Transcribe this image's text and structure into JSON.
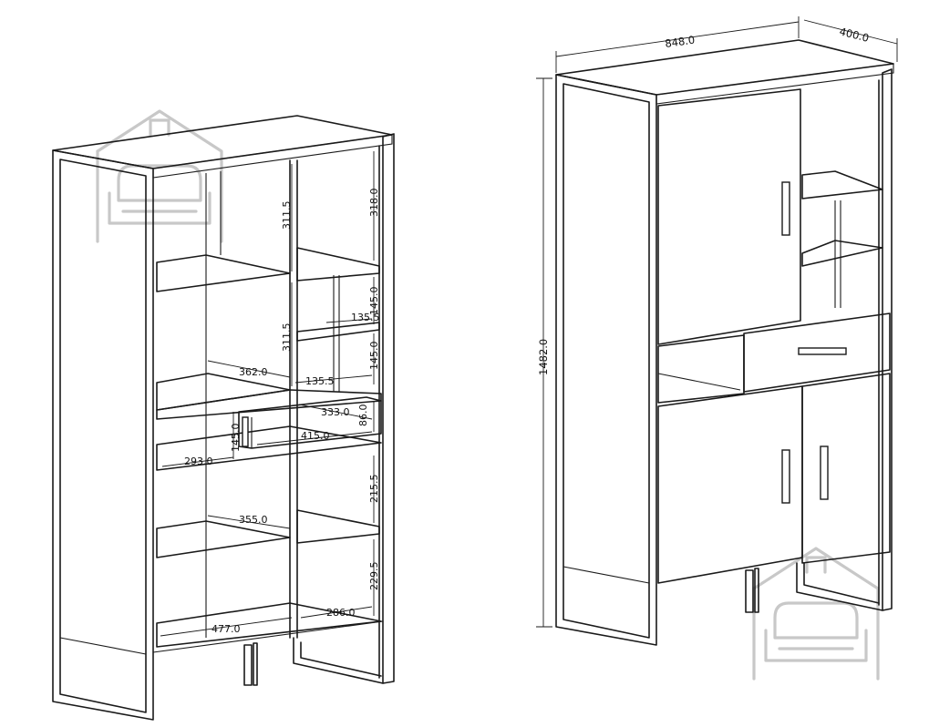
{
  "figure": {
    "left_view": {
      "dimensions": {
        "top_left_height": "311.5",
        "top_right_height": "318.0",
        "mid_left_height": "311.5",
        "small_cell_upper_height": "145.0",
        "small_cell_lower_height": "145.0",
        "small_cell_upper_width": "135.5",
        "small_cell_lower_width": "135.5",
        "mid_left_width": "362.0",
        "drawer_depth": "333.0",
        "drawer_height": "86.0",
        "drawer_width": "415.0",
        "drawer_left_height": "145.0",
        "drawer_left_width": "293.0",
        "lower_right_height": "215.5",
        "lower_left_width": "355.0",
        "bottom_right_height": "229.5",
        "bottom_right_width": "286.0",
        "bottom_left_width": "477.0"
      }
    },
    "right_view": {
      "dimensions": {
        "overall_width": "848.0",
        "overall_depth": "400.0",
        "overall_height": "1482.0"
      }
    },
    "watermark_icon": "house-sofa-icon"
  }
}
